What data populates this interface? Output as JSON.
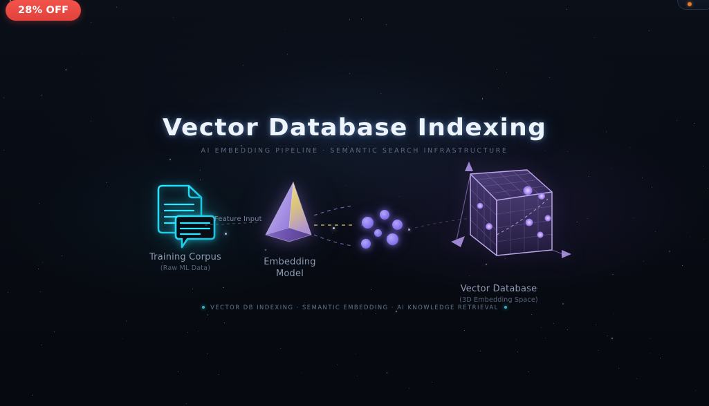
{
  "promo": {
    "label": "28% OFF",
    "color": "#e2413c"
  },
  "corner_chip": {
    "name": "cut-off-corner-chip",
    "dot_color": "#e07b2a"
  },
  "header": {
    "title": "Vector Database Indexing",
    "subtitle": "AI EMBEDDING PIPELINE · SEMANTIC SEARCH INFRASTRUCTURE"
  },
  "pipeline": {
    "connector_label": "Feature Input",
    "nodes": [
      {
        "id": "training-corpus",
        "icon": "document-chat-icon",
        "label": "Training Corpus",
        "sublabel": "(Raw ML Data)",
        "color": "#22d3ee"
      },
      {
        "id": "embedding-model",
        "icon": "pyramid-prism-icon",
        "label": "Embedding Model",
        "label_line1": "Embedding",
        "label_line2": "Model",
        "sublabel": "",
        "color": "#a78bfa"
      },
      {
        "id": "vector-database",
        "icon": "3d-cube-corner-icon",
        "label": "Vector Database",
        "sublabel": "(3D Embedding Space)",
        "color": "#9f7aea"
      }
    ],
    "embedding_points": 6
  },
  "tagline": {
    "text": "VECTOR DB INDEXING · SEMANTIC EMBEDDING · AI KNOWLEDGE RETRIEVAL",
    "dot_color": "#2fb6c9"
  },
  "theme": {
    "background": "#080c14",
    "accent_cyan": "#22d3ee",
    "accent_purple": "#a78bfa",
    "accent_gold": "#e8c468",
    "text_muted": "#8e9bb2"
  }
}
